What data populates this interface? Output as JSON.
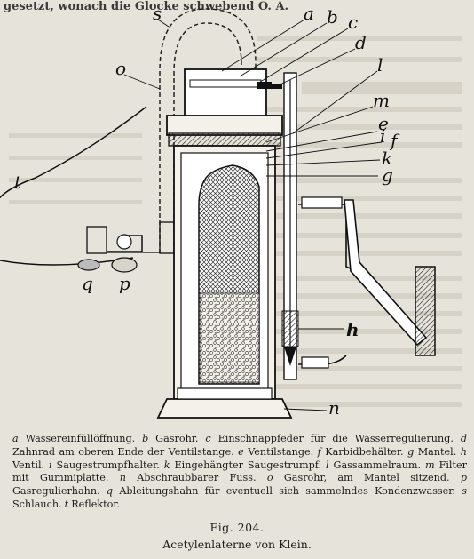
{
  "header_fragment": "gesetzt, wonach die Glocke schwebend O. A.",
  "figure": {
    "labels": {
      "a": "a",
      "b": "b",
      "c": "c",
      "d": "d",
      "l": "l",
      "m": "m",
      "e": "e",
      "i": "i",
      "f": "f",
      "k": "k",
      "g": "g",
      "s": "s",
      "o": "o",
      "t": "t",
      "q": "q",
      "p": "p",
      "h": "h",
      "n": "n"
    }
  },
  "legend": [
    {
      "key": "a",
      "text": "Wassereinfüllöffnung."
    },
    {
      "key": "b",
      "text": "Gasrohr."
    },
    {
      "key": "c",
      "text": "Einschnappfeder für die Wasserregulierung."
    },
    {
      "key": "d",
      "text": "Zahnrad am oberen Ende der Ventilstange."
    },
    {
      "key": "e",
      "text": "Ventilstange."
    },
    {
      "key": "f",
      "text": "Karbidbehälter."
    },
    {
      "key": "g",
      "text": "Mantel."
    },
    {
      "key": "h",
      "text": "Ventil."
    },
    {
      "key": "i",
      "text": "Saugestrumpfhalter."
    },
    {
      "key": "k",
      "text": "Eingehängter Saugestrumpf."
    },
    {
      "key": "l",
      "text": "Gassammelraum."
    },
    {
      "key": "m",
      "text": "Filter mit Gummiplatte."
    },
    {
      "key": "n",
      "text": "Abschraubbarer Fuss."
    },
    {
      "key": "o",
      "text": "Gasrohr, am Mantel sitzend."
    },
    {
      "key": "p",
      "text": "Gasregulierhahn."
    },
    {
      "key": "q",
      "text": "Ableitungshahn für eventuell sich sammelndes Kondenzwasser."
    },
    {
      "key": "s",
      "text": "Schlauch."
    },
    {
      "key": "t",
      "text": "Reflektor."
    }
  ],
  "figure_number": "Fig. 204.",
  "figure_title": "Acetylenlaterne von Klein."
}
